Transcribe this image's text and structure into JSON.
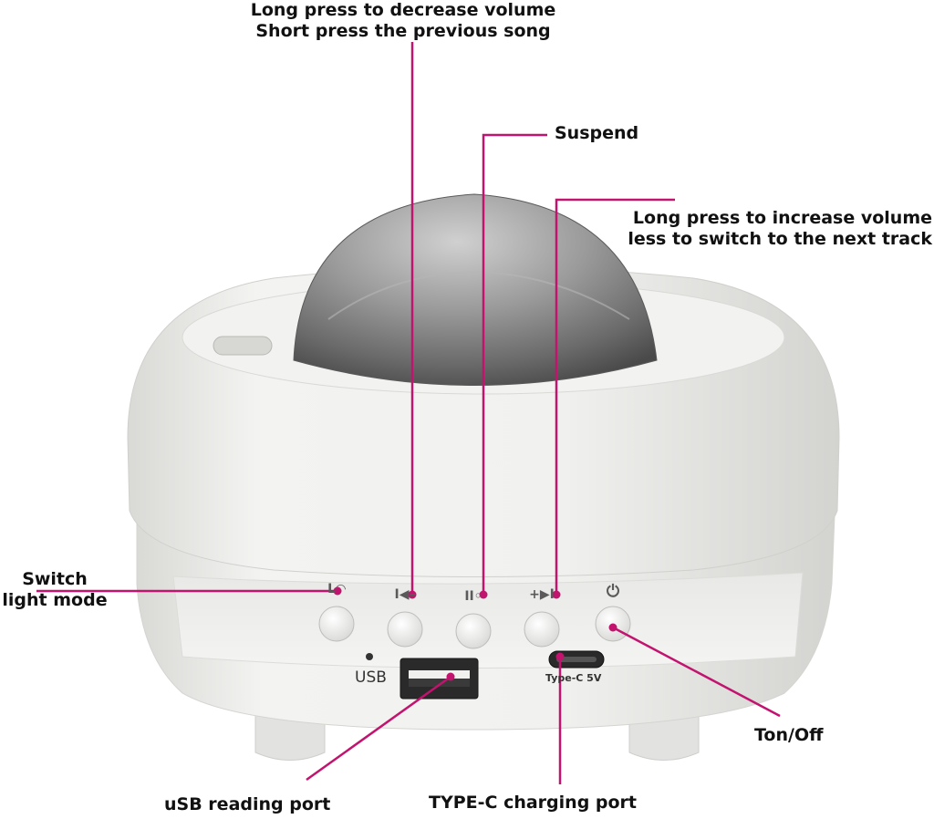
{
  "callouts": {
    "decrease_volume": [
      "Long press to decrease volume",
      "Short press the previous song"
    ],
    "suspend": "Suspend",
    "increase_volume": [
      "Long press to increase volume",
      "less to switch to the next track"
    ],
    "switch_light_mode": [
      "Switch",
      "light mode"
    ],
    "on_off": "Ton/Off",
    "usb_port": "uSB reading port",
    "typec_port": "TYPE-C charging port"
  },
  "device": {
    "usb_label": "USB",
    "typec_label": "Type-C 5V",
    "button_icons": {
      "light_mode": "L◠",
      "previous": "I◀–",
      "pause": "II◦",
      "next": "+▶I",
      "power": "⏻"
    }
  },
  "colors": {
    "accent": "#c2136f",
    "body": "#eeeeec",
    "dome": "#8a8a8a"
  }
}
